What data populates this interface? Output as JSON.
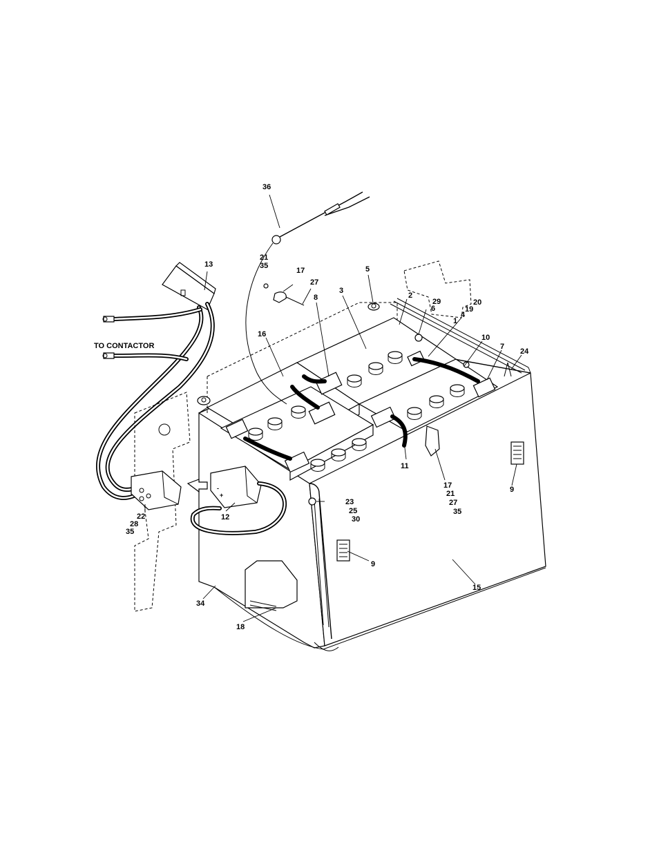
{
  "figure": {
    "text_label": "TO CONTACTOR",
    "callouts": {
      "c1": "1",
      "c2": "2",
      "c3": "3",
      "c4": "4",
      "c5": "5",
      "c6": "6",
      "c7": "7",
      "c8": "8",
      "c9a": "9",
      "c9b": "9",
      "c10": "10",
      "c11": "11",
      "c12": "12",
      "c13": "13",
      "c15": "15",
      "c16": "16",
      "c17a": "17",
      "c17b": "17",
      "c18": "18",
      "c19": "19",
      "c20": "20",
      "c21a": "21",
      "c21b": "21",
      "c22": "22",
      "c23": "23",
      "c24": "24",
      "c25": "25",
      "c27a": "27",
      "c27b": "27",
      "c28": "28",
      "c29": "29",
      "c30": "30",
      "c34": "34",
      "c35a": "35",
      "c35b": "35",
      "c35c": "35",
      "c36": "36"
    }
  }
}
